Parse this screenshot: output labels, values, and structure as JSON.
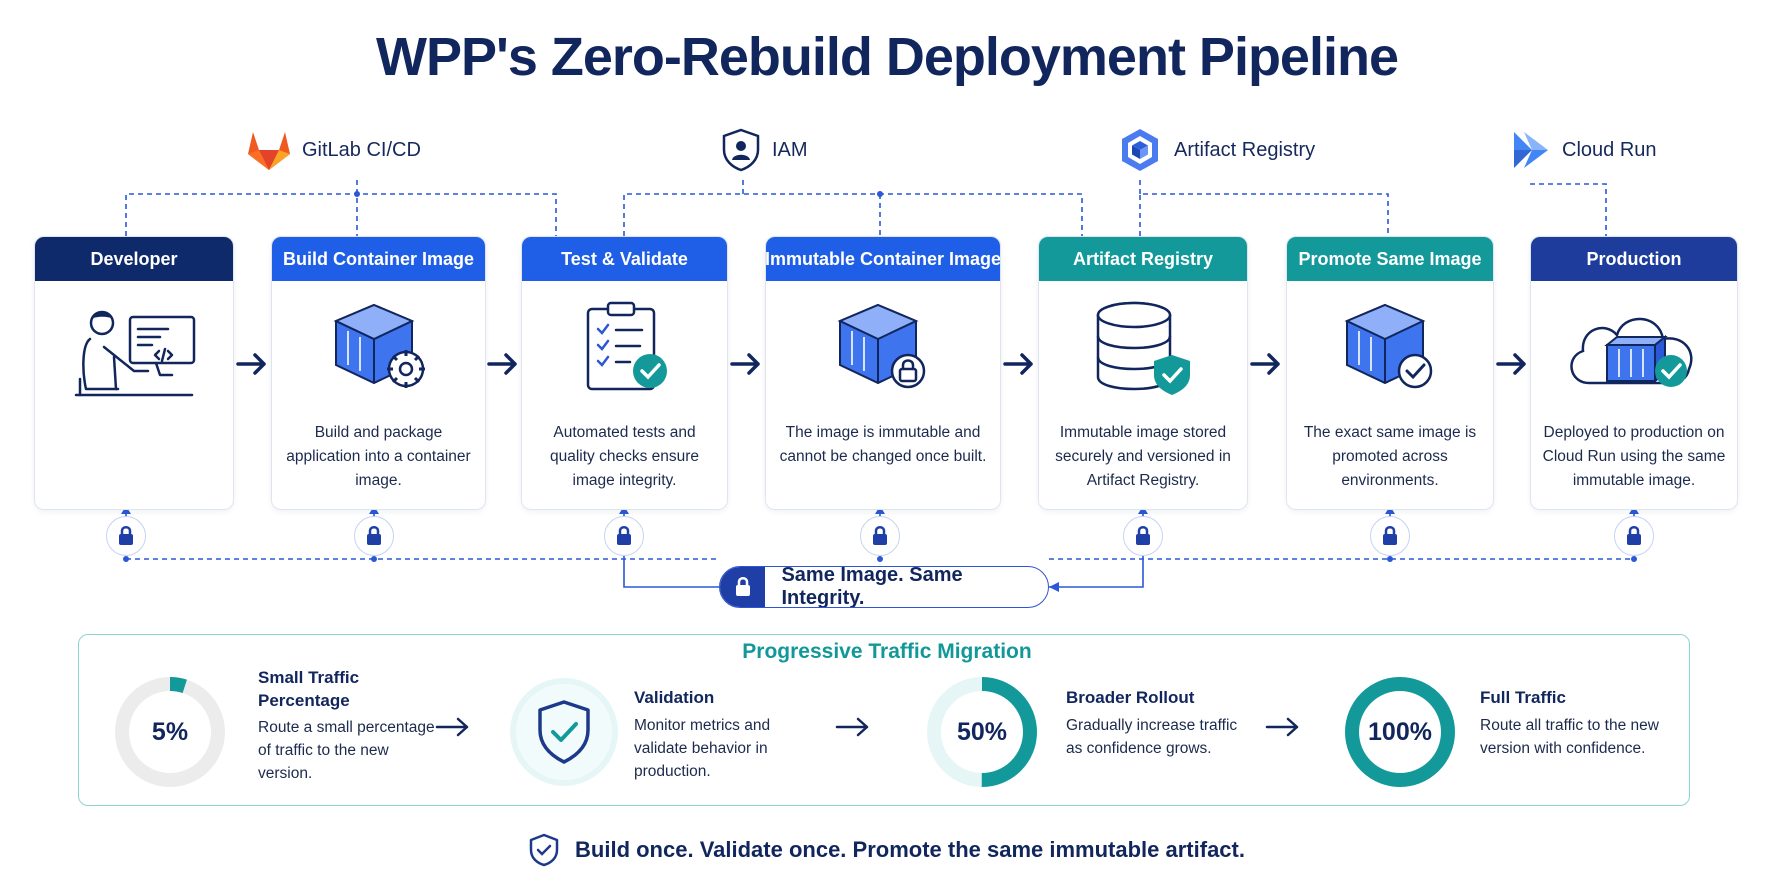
{
  "title": "WPP's Zero-Rebuild Deployment Pipeline",
  "services": [
    {
      "name": "GitLab CI/CD",
      "icon": "gitlab-icon"
    },
    {
      "name": "IAM",
      "icon": "shield-user-icon"
    },
    {
      "name": "Artifact Registry",
      "icon": "artifact-registry-icon"
    },
    {
      "name": "Cloud Run",
      "icon": "cloud-run-icon"
    }
  ],
  "stages": [
    {
      "title": "Developer",
      "desc": "",
      "color": "#0f2a6b",
      "icon": "developer-at-computer-icon"
    },
    {
      "title": "Build Container Image",
      "desc": "Build and package application into a container image.",
      "color": "#1f5ee6",
      "icon": "container-gear-icon"
    },
    {
      "title": "Test & Validate",
      "desc": "Automated tests and quality checks ensure image integrity.",
      "color": "#1f5ee6",
      "icon": "checklist-check-icon"
    },
    {
      "title": "Immutable Container Image",
      "desc": "The image is immutable and cannot be changed once built.",
      "color": "#1f5ee6",
      "icon": "container-lock-icon"
    },
    {
      "title": "Artifact Registry",
      "desc": "Immutable image stored securely and versioned in Artifact Registry.",
      "color": "#14999b",
      "icon": "database-shield-icon"
    },
    {
      "title": "Promote Same Image",
      "desc": "The exact same image is promoted across environments.",
      "color": "#14999b",
      "icon": "container-check-icon"
    },
    {
      "title": "Production",
      "desc": "Deployed to production on Cloud Run using the same immutable image.",
      "color": "#1e3c9c",
      "icon": "cloud-container-check-icon"
    }
  ],
  "integrity_label": "Same Image. Same Integrity.",
  "migration": {
    "title": "Progressive Traffic Migration",
    "steps": [
      {
        "percent_label": "5%",
        "percent": 5,
        "title": "Small Traffic Percentage",
        "desc": "Route a small percentage of traffic to the new version."
      },
      {
        "percent_label": "",
        "percent": 0,
        "title": "Validation",
        "desc": "Monitor metrics and validate behavior in production.",
        "icon": "shield-check-icon"
      },
      {
        "percent_label": "50%",
        "percent": 50,
        "title": "Broader Rollout",
        "desc": "Gradually increase traffic as confidence grows."
      },
      {
        "percent_label": "100%",
        "percent": 100,
        "title": "Full Traffic",
        "desc": "Route all traffic to the new version with confidence."
      }
    ]
  },
  "footer": "Build once. Validate once. Promote the same immutable artifact.",
  "colors": {
    "navy": "#12265e",
    "blue": "#1f5ee6",
    "teal": "#14999b",
    "dashed": "#2a58d6"
  }
}
